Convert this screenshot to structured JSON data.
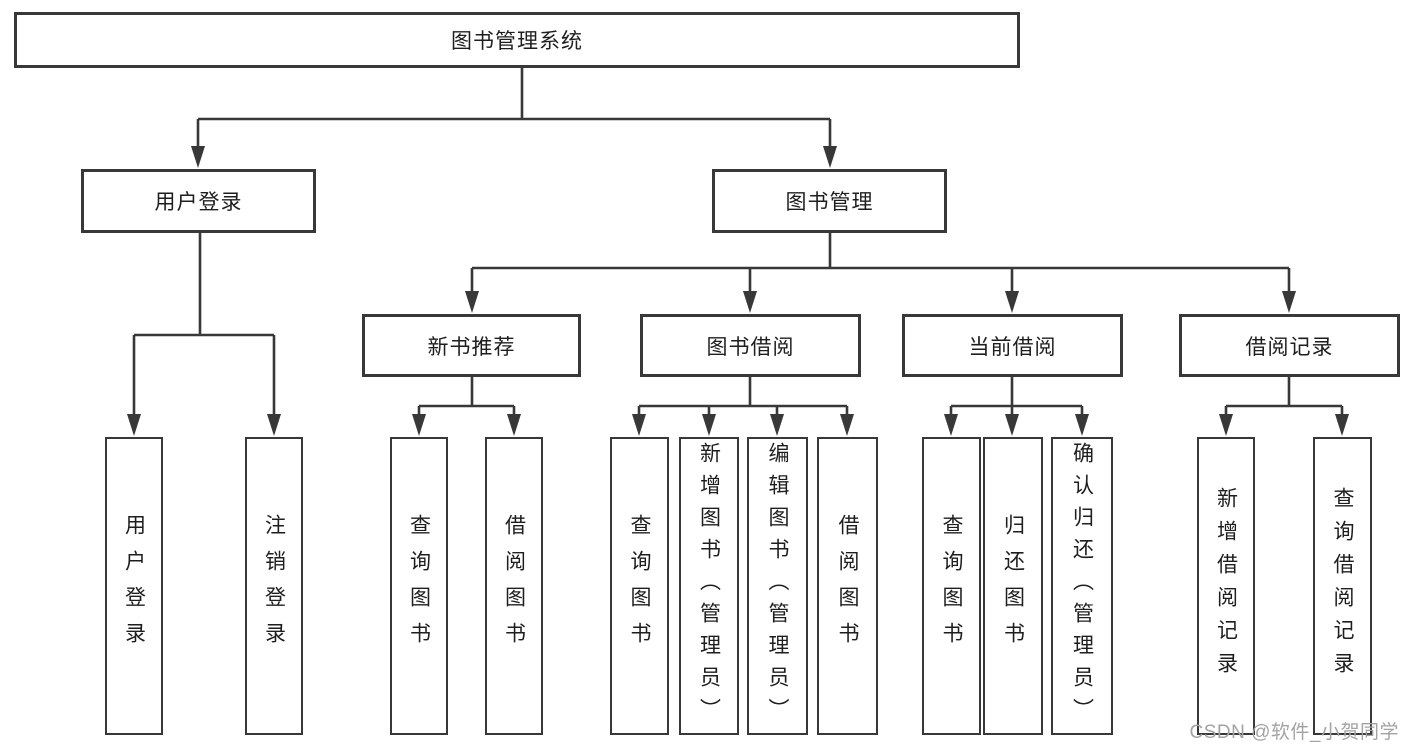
{
  "tree": {
    "root": "图书管理系统",
    "level1": [
      {
        "label": "用户登录"
      },
      {
        "label": "图书管理"
      }
    ],
    "level2": [
      {
        "label": "新书推荐"
      },
      {
        "label": "图书借阅"
      },
      {
        "label": "当前借阅"
      },
      {
        "label": "借阅记录"
      }
    ],
    "leaves": {
      "user_login": [
        "用户登录",
        "注销登录"
      ],
      "new_book_recommend": [
        "查询图书",
        "借阅图书"
      ],
      "book_borrow": [
        "查询图书",
        "新增图书（管理员）",
        "编辑图书（管理员）",
        "借阅图书"
      ],
      "current_borrow": [
        "查询图书",
        "归还图书",
        "确认归还（管理员）"
      ],
      "borrow_records": [
        "新增借阅记录",
        "查询借阅记录"
      ]
    }
  },
  "watermark": "CSDN @软件_小贺同学",
  "colors": {
    "line": "#383838",
    "text": "#1e1e1e",
    "watermark": "#a3a3a3",
    "background": "#ffffff"
  }
}
